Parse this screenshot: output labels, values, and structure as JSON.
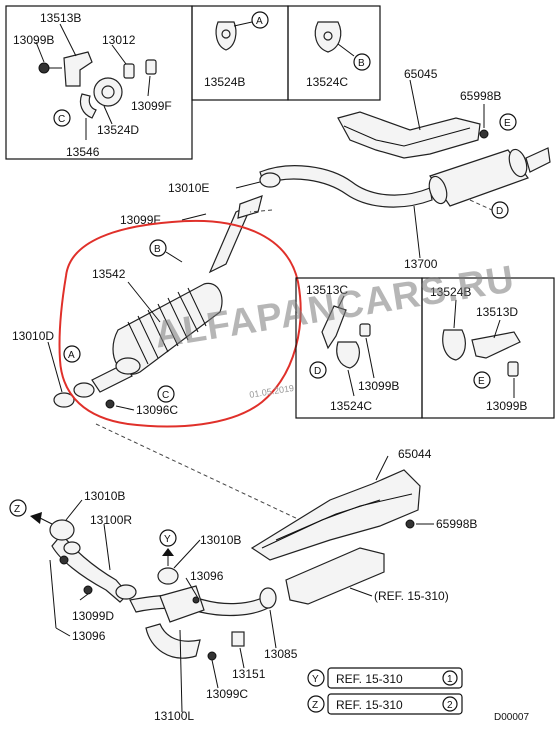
{
  "labels": {
    "p13513B": "13513B",
    "p13099B_tl": "13099B",
    "p13012": "13012",
    "p13524B_box": "13524B",
    "p13524C_box": "13524C",
    "p13099F_tl": "13099F",
    "p13524D": "13524D",
    "p13546": "13546",
    "p65045": "65045",
    "p65998B_top": "65998B",
    "p13010E": "13010E",
    "p13099F_mid": "13099F",
    "p13542": "13542",
    "p13700": "13700",
    "p13010D": "13010D",
    "p13096C": "13096C",
    "p13513C": "13513C",
    "p13099B_mid": "13099B",
    "p13524C_mid": "13524C",
    "p13524B_right": "13524B",
    "p13513D": "13513D",
    "p13099B_right": "13099B",
    "p65044": "65044",
    "p65998B_bot": "65998B",
    "p13010B_left": "13010B",
    "p13100R": "13100R",
    "p13010B_mid": "13010B",
    "p13096_mid": "13096",
    "p13099D": "13099D",
    "p13096_left": "13096",
    "p13085": "13085",
    "p13151": "13151",
    "p13099C": "13099C",
    "p13100L": "13100L",
    "ref_main": "(REF. 15-310)",
    "ref_y": "REF. 15-310",
    "ref_y_num": "1",
    "ref_z": "REF. 15-310",
    "ref_z_num": "2",
    "diagram_code": "D00007"
  },
  "callouts": {
    "A": "A",
    "B": "B",
    "C": "C",
    "D": "D",
    "E": "E",
    "Y": "Y",
    "Z": "Z"
  },
  "watermark": {
    "text": "ALFAPANCARS.RU",
    "date": "01.05.2019",
    "color": "#7b7b7b"
  },
  "colors": {
    "highlight": "#e0302a",
    "ink": "#111111"
  }
}
